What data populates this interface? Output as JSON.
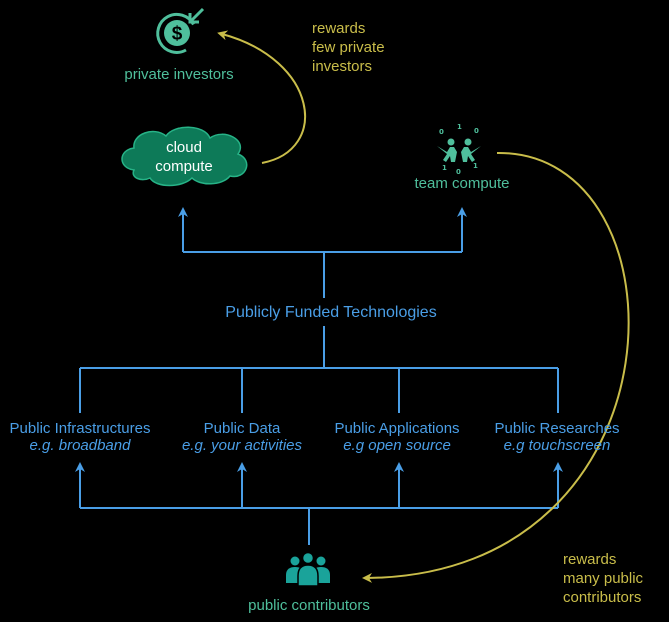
{
  "nodes": {
    "private_investors": "private investors",
    "cloud_compute": [
      "cloud",
      "compute"
    ],
    "team_compute": "team compute",
    "publicly_funded": "Publicly Funded Technologies",
    "public_contributors": "public contributors"
  },
  "categories": [
    {
      "title": "Public Infrastructures",
      "example": "e.g. broadband"
    },
    {
      "title": "Public Data",
      "example": "e.g. your activities"
    },
    {
      "title": "Public Applications",
      "example": "e.g open source"
    },
    {
      "title": "Public Researches",
      "example": "e.g touchscreen"
    }
  ],
  "annotations": {
    "rewards_private": [
      "rewards",
      "few private",
      "investors"
    ],
    "rewards_public": [
      "rewards",
      "many public",
      "contributors"
    ]
  },
  "icons": {
    "private_investors": "dollar-coin-icon",
    "team_compute": "team-binary-icon",
    "public_contributors": "people-group-icon"
  },
  "colors": {
    "background": "#000000",
    "flow_lines": "#4a9ee6",
    "nodes": "#4fbf9c",
    "cloud_fill": "#0d7a58",
    "reward_curves": "#c9bd4a"
  }
}
